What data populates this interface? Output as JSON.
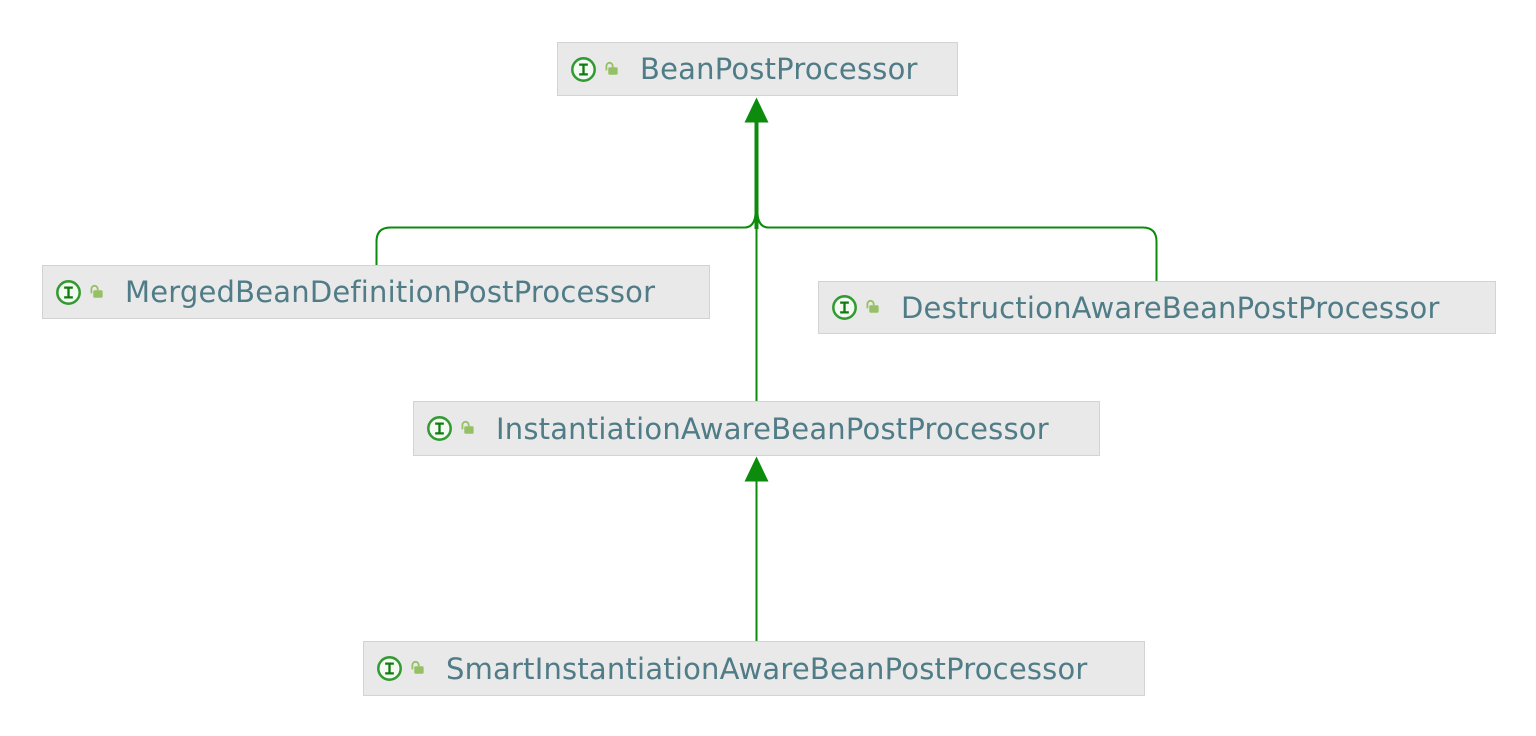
{
  "diagram": {
    "type": "uml-interface-hierarchy",
    "nodes": [
      {
        "id": "bean-post-processor",
        "label": "BeanPostProcessor",
        "kind": "interface",
        "modifier_icon": "unlocked-lock"
      },
      {
        "id": "merged-bean-definition-post-processor",
        "label": "MergedBeanDefinitionPostProcessor",
        "kind": "interface",
        "modifier_icon": "unlocked-lock"
      },
      {
        "id": "destruction-aware-bean-post-processor",
        "label": "DestructionAwareBeanPostProcessor",
        "kind": "interface",
        "modifier_icon": "unlocked-lock"
      },
      {
        "id": "instantiation-aware-bean-post-processor",
        "label": "InstantiationAwareBeanPostProcessor",
        "kind": "interface",
        "modifier_icon": "unlocked-lock"
      },
      {
        "id": "smart-instantiation-aware-bean-post-processor",
        "label": "SmartInstantiationAwareBeanPostProcessor",
        "kind": "interface",
        "modifier_icon": "unlocked-lock"
      }
    ],
    "edges": [
      {
        "from": "MergedBeanDefinitionPostProcessor",
        "to": "BeanPostProcessor",
        "relation": "extends"
      },
      {
        "from": "DestructionAwareBeanPostProcessor",
        "to": "BeanPostProcessor",
        "relation": "extends"
      },
      {
        "from": "InstantiationAwareBeanPostProcessor",
        "to": "BeanPostProcessor",
        "relation": "extends"
      },
      {
        "from": "SmartInstantiationAwareBeanPostProcessor",
        "to": "InstantiationAwareBeanPostProcessor",
        "relation": "extends"
      }
    ],
    "colors": {
      "edge_green": "#0d8b0d",
      "node_background": "#e9e9e9",
      "node_border": "#d3d3d3",
      "node_text": "#4f7c87",
      "interface_icon_ring": "#339933",
      "interface_icon_fill": "#f3faf1",
      "interface_icon_glyph": "#117a11",
      "lock_icon": "#95c065",
      "canvas_background": "#ffffff"
    }
  }
}
